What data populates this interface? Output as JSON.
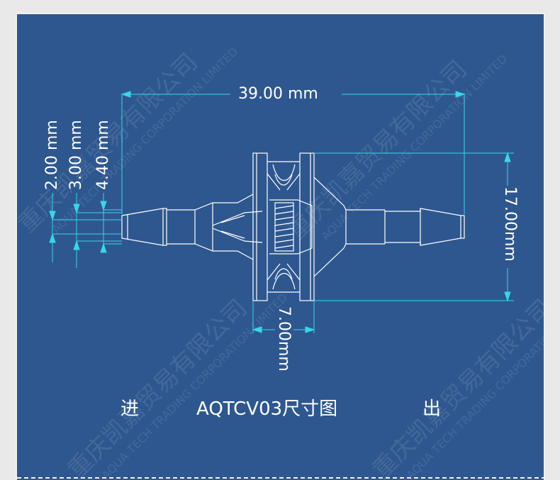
{
  "dimensions": {
    "length": "39.00 mm",
    "height": "17.00mm",
    "width": "7.00mm",
    "d1": "2.00 mm",
    "d2": "3.00 mm",
    "d3": "4.40 mm"
  },
  "caption": {
    "inlet": "进",
    "title": "AQTCV03尺寸图",
    "outlet": "出"
  },
  "watermark": {
    "cn": "重庆凯嘉贸易有限公司",
    "en": "AQUA TECH TRADING CORPORATION LIMITED"
  },
  "colors": {
    "background": "#2e578f",
    "dimension_lines": "#3ad6e8",
    "outline": "#ffffff"
  }
}
